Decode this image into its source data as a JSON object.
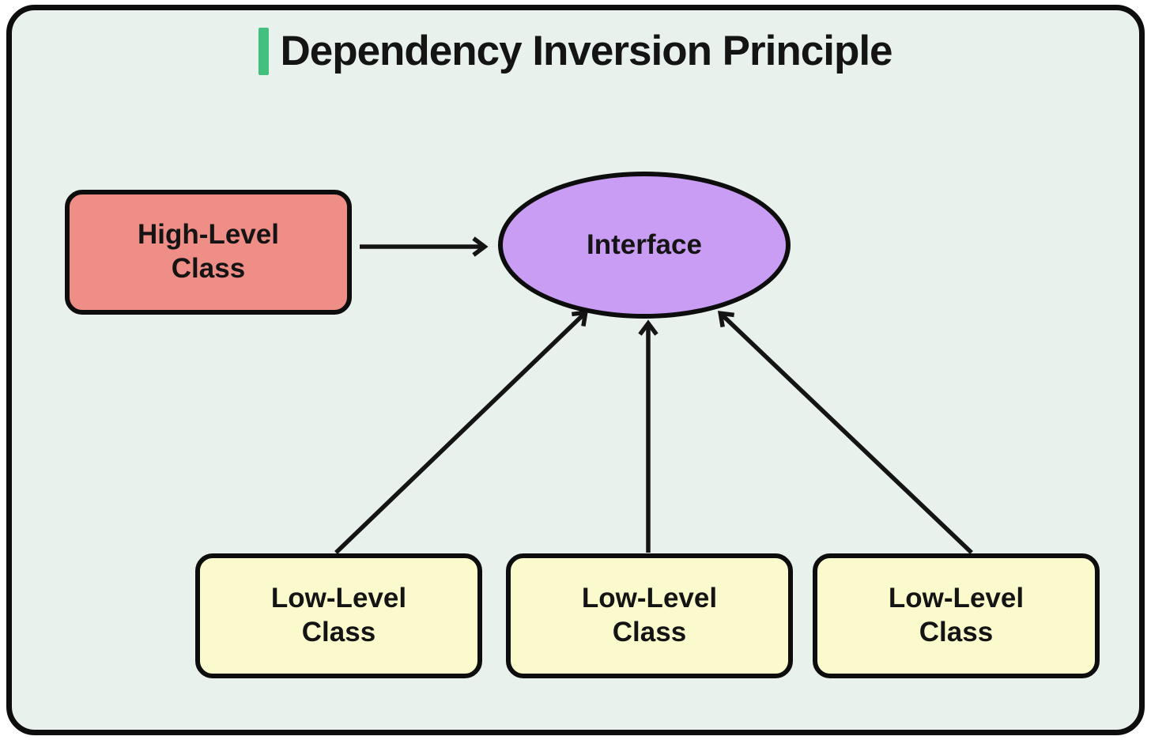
{
  "title": {
    "text": "Dependency Inversion Principle"
  },
  "colors": {
    "page_background": "#ffffff",
    "frame_background": "#e8f1ec",
    "frame_border": "#0d0d0d",
    "title_accent_bar": "#42c17e",
    "text": "#141414",
    "high_level_class_fill": "#ef8d87",
    "interface_fill": "#c89df3",
    "low_level_class_fill": "#fbfacd",
    "arrow": "#141414"
  },
  "nodes": {
    "high_level": {
      "label": "High-Level\nClass"
    },
    "interface": {
      "label": "Interface"
    },
    "low_level_1": {
      "label": "Low-Level\nClass"
    },
    "low_level_2": {
      "label": "Low-Level\nClass"
    },
    "low_level_3": {
      "label": "Low-Level\nClass"
    }
  },
  "edges": [
    {
      "from": "high-level-class",
      "to": "interface"
    },
    {
      "from": "low-level-class-1",
      "to": "interface"
    },
    {
      "from": "low-level-class-2",
      "to": "interface"
    },
    {
      "from": "low-level-class-3",
      "to": "interface"
    }
  ]
}
